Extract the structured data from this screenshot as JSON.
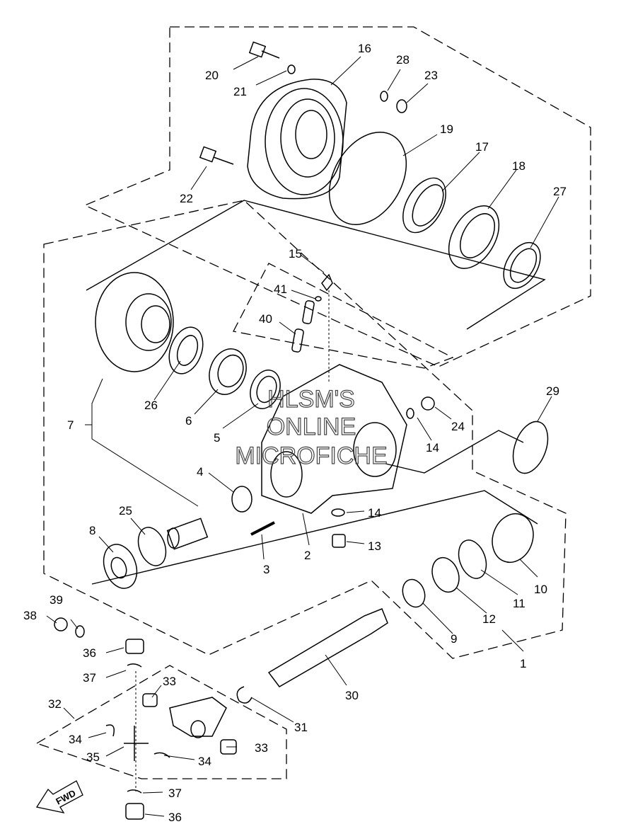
{
  "watermark": [
    "HLSM'S",
    "ONLINE",
    "MICROFICHE"
  ],
  "direction_label": "FWD",
  "callouts": [
    "1",
    "2",
    "3",
    "4",
    "5",
    "6",
    "7",
    "8",
    "9",
    "10",
    "11",
    "12",
    "13",
    "14",
    "14",
    "15",
    "16",
    "17",
    "18",
    "19",
    "20",
    "21",
    "22",
    "23",
    "24",
    "25",
    "26",
    "27",
    "28",
    "29",
    "30",
    "31",
    "32",
    "33",
    "33",
    "34",
    "34",
    "35",
    "36",
    "36",
    "37",
    "37",
    "38",
    "39",
    "40",
    "41"
  ]
}
